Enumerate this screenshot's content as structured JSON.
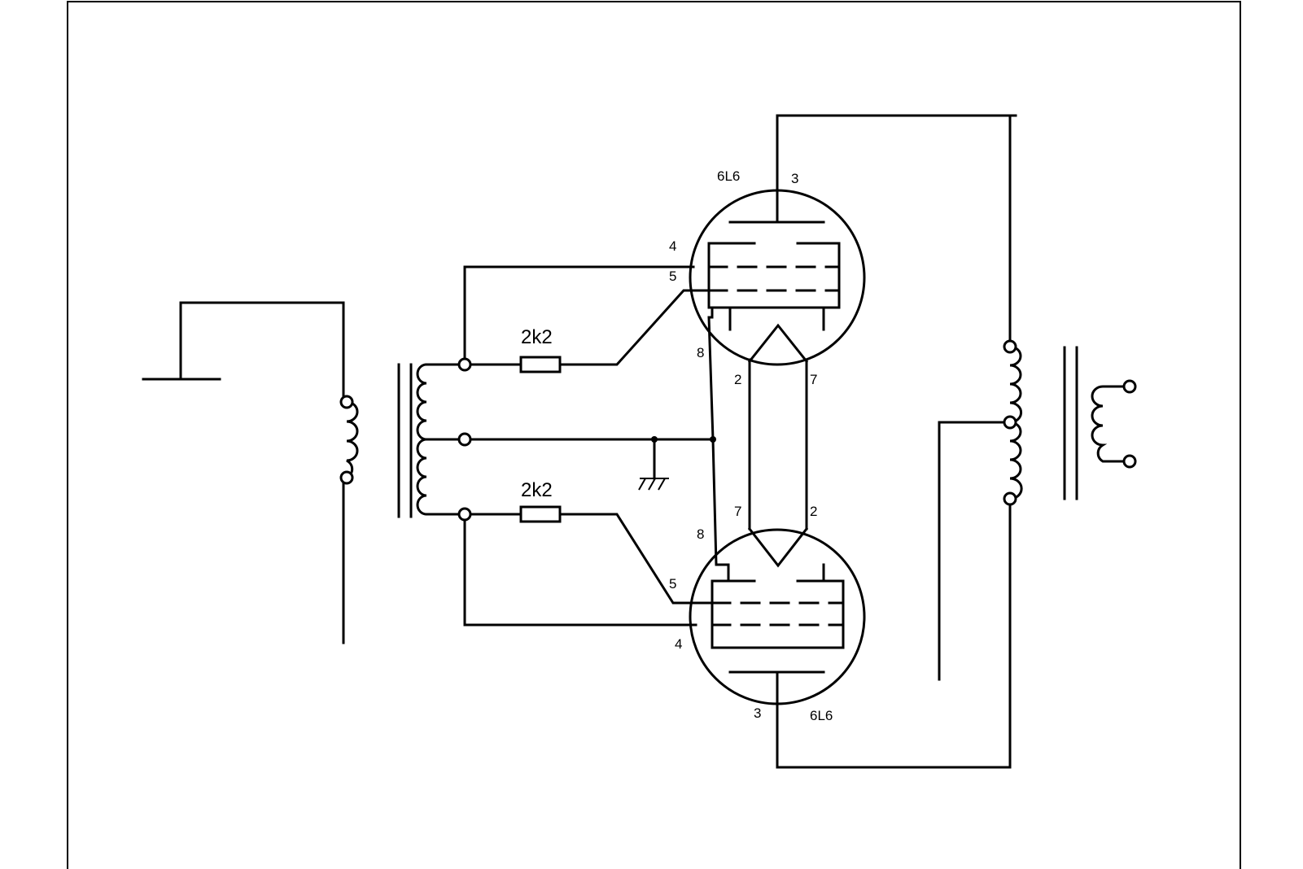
{
  "tubes": {
    "upper": {
      "type": "6L6",
      "pins": {
        "anode": "3",
        "g1": "5",
        "g2": "4",
        "cathode": "8",
        "heater_a": "2",
        "heater_b": "7"
      }
    },
    "lower": {
      "type": "6L6",
      "pins": {
        "anode": "3",
        "g1": "5",
        "g2": "4",
        "cathode": "8",
        "heater_a": "7",
        "heater_b": "2"
      }
    }
  },
  "resistors": {
    "upper": {
      "value": "2k2"
    },
    "lower": {
      "value": "2k2"
    }
  },
  "colors": {
    "line": "#000000",
    "background": "#ffffff"
  }
}
